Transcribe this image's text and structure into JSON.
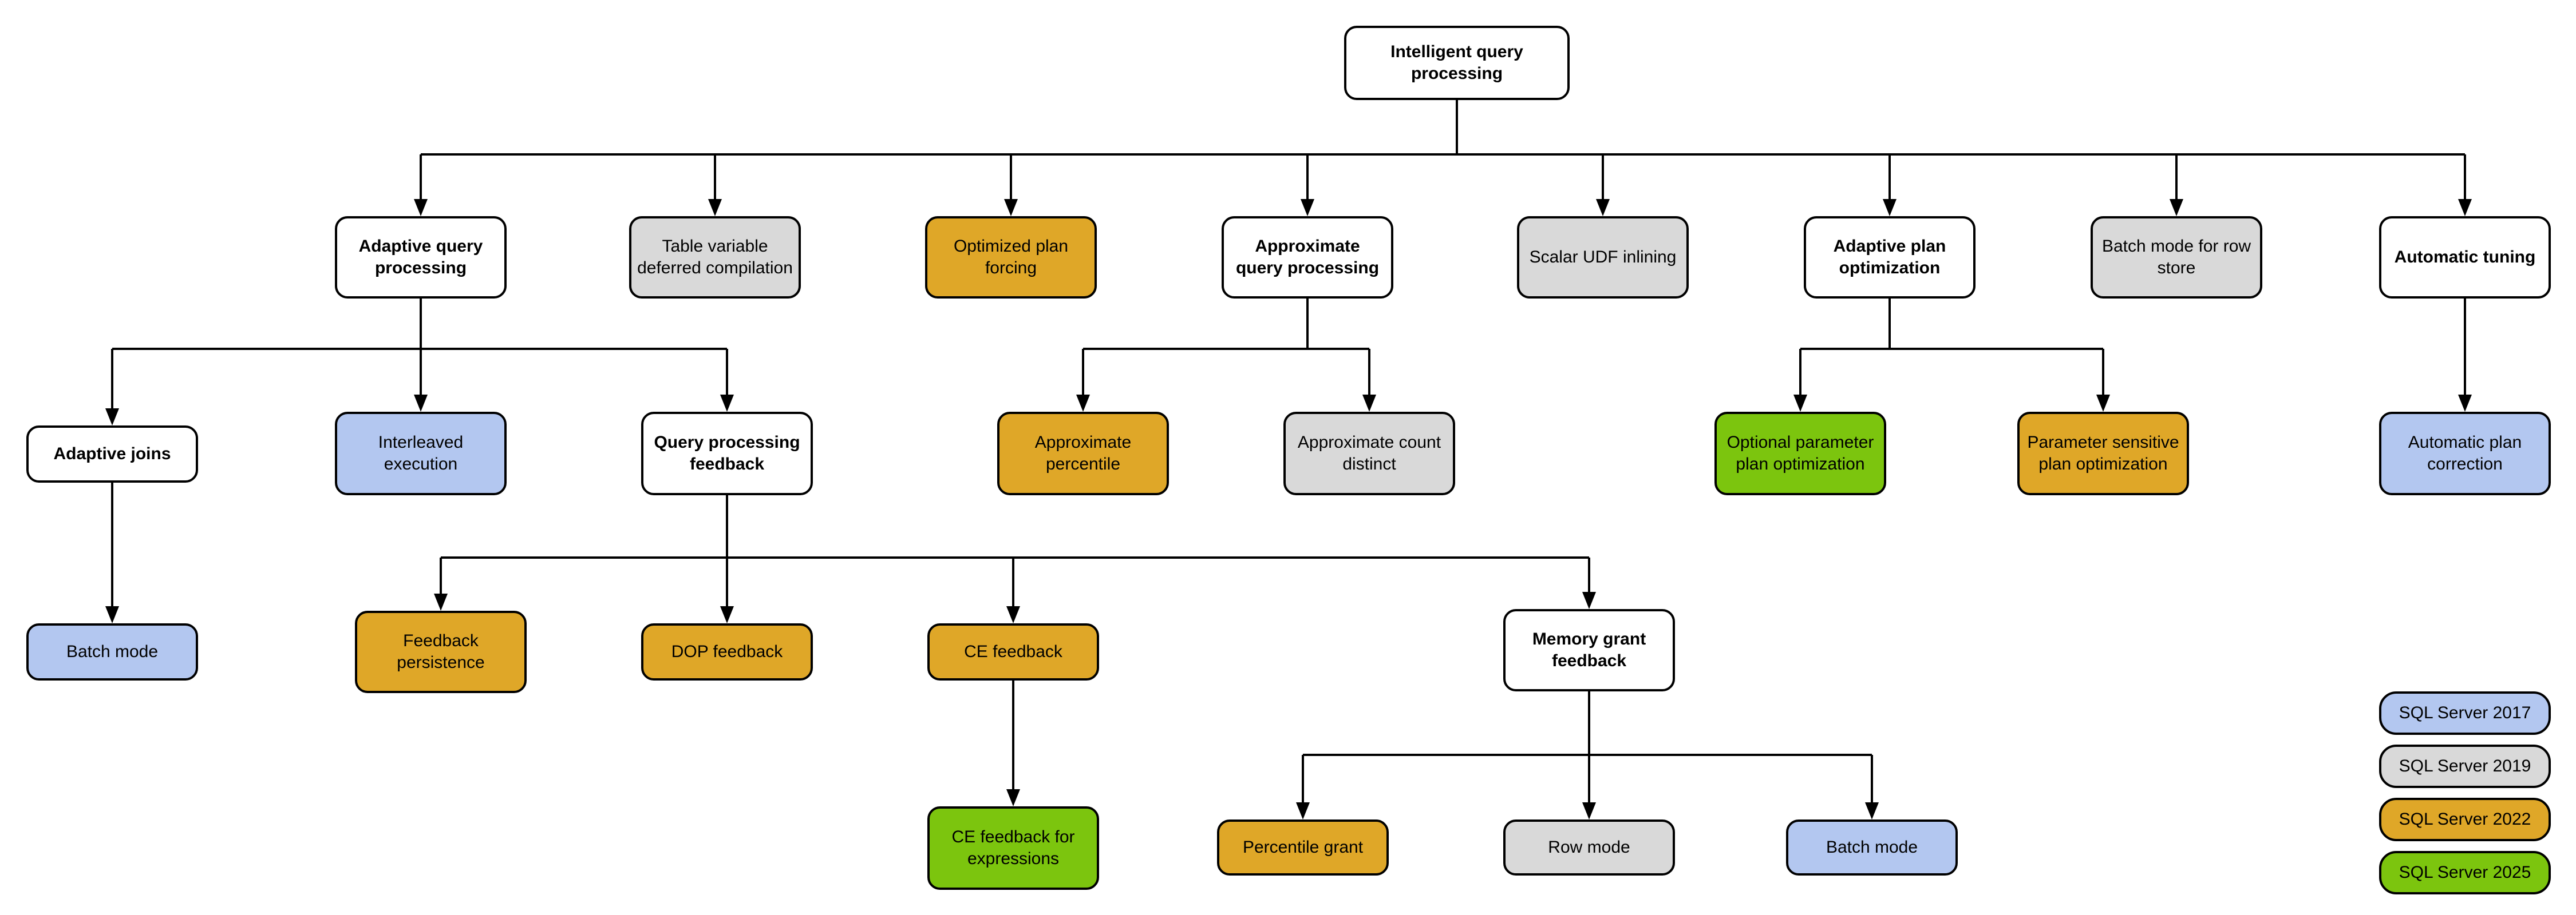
{
  "diagram": {
    "title": "Intelligent query processing",
    "palette": {
      "category": "#ffffff",
      "2017": "#b3c7f0",
      "2019": "#d9d9d9",
      "2022": "#dfa728",
      "2025": "#7cc50e",
      "border": "#000000"
    },
    "nodes": {
      "iqp": {
        "label": "Intelligent query processing",
        "version": "category"
      },
      "aqp": {
        "label": "Adaptive query processing",
        "version": "category"
      },
      "tvdc": {
        "label": "Table variable deferred compilation",
        "version": "2019"
      },
      "opf": {
        "label": "Optimized plan forcing",
        "version": "2022"
      },
      "axqp": {
        "label": "Approximate query processing",
        "version": "category"
      },
      "sui": {
        "label": "Scalar UDF inlining",
        "version": "2019"
      },
      "apo": {
        "label": "Adaptive plan optimization",
        "version": "category"
      },
      "bmrs": {
        "label": "Batch mode for row store",
        "version": "2019"
      },
      "at": {
        "label": "Automatic tuning",
        "version": "category"
      },
      "aj": {
        "label": "Adaptive joins",
        "version": "category"
      },
      "ie": {
        "label": "Interleaved execution",
        "version": "2017"
      },
      "qpf": {
        "label": "Query processing feedback",
        "version": "category"
      },
      "ap": {
        "label": "Approximate percentile",
        "version": "2022"
      },
      "acd": {
        "label": "Approximate count distinct",
        "version": "2019"
      },
      "oppo": {
        "label": "Optional parameter plan optimization",
        "version": "2025"
      },
      "pspo": {
        "label": "Parameter sensitive plan optimization",
        "version": "2022"
      },
      "apc": {
        "label": "Automatic plan correction",
        "version": "2017"
      },
      "bm_aj": {
        "label": "Batch mode",
        "version": "2017"
      },
      "fp": {
        "label": "Feedback persistence",
        "version": "2022"
      },
      "dop": {
        "label": "DOP feedback",
        "version": "2022"
      },
      "ce": {
        "label": "CE feedback",
        "version": "2022"
      },
      "mgf": {
        "label": "Memory grant feedback",
        "version": "category"
      },
      "cefe": {
        "label": "CE feedback for expressions",
        "version": "2025"
      },
      "pg": {
        "label": "Percentile grant",
        "version": "2022"
      },
      "rm": {
        "label": "Row mode",
        "version": "2019"
      },
      "bm_mgf": {
        "label": "Batch mode",
        "version": "2017"
      }
    },
    "children": {
      "iqp": [
        "aqp",
        "tvdc",
        "opf",
        "axqp",
        "sui",
        "apo",
        "bmrs",
        "at"
      ],
      "aqp": [
        "aj",
        "ie",
        "qpf"
      ],
      "axqp": [
        "ap",
        "acd"
      ],
      "apo": [
        "oppo",
        "pspo"
      ],
      "at": [
        "apc"
      ],
      "aj": [
        "bm_aj"
      ],
      "qpf": [
        "fp",
        "dop",
        "ce",
        "mgf"
      ],
      "ce": [
        "cefe"
      ],
      "mgf": [
        "pg",
        "rm",
        "bm_mgf"
      ]
    },
    "legend": {
      "items": [
        {
          "label": "SQL Server 2017",
          "version": "2017",
          "color": "#b3c7f0"
        },
        {
          "label": "SQL Server 2019",
          "version": "2019",
          "color": "#d9d9d9"
        },
        {
          "label": "SQL Server 2022",
          "version": "2022",
          "color": "#dfa728"
        },
        {
          "label": "SQL Server 2025",
          "version": "2025",
          "color": "#7cc50e"
        }
      ]
    }
  }
}
